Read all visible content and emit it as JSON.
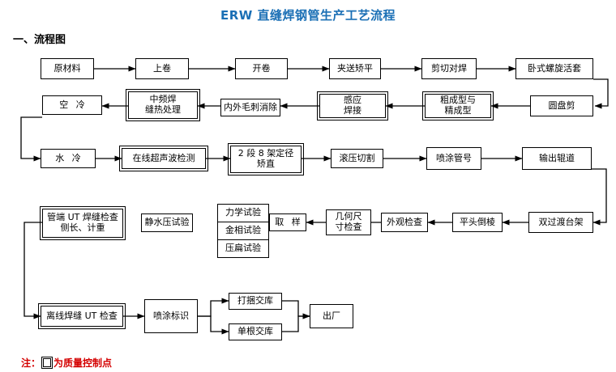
{
  "header": {
    "title": "ERW 直缝焊钢管生产工艺流程",
    "section_heading": "一、流程图"
  },
  "note": {
    "prefix": "注：",
    "suffix": "为质量控制点",
    "color": "#d40000",
    "symbol": "double-square"
  },
  "colors": {
    "title": "#1a6fb5",
    "note": "#d40000",
    "box_border": "#000000",
    "connector": "#000000",
    "background": "#ffffff"
  },
  "flow": {
    "rows": [
      {
        "name": "row-1",
        "direction": "left-to-right",
        "nodes": [
          {
            "id": "raw-material",
            "label": "原材料",
            "qc": false
          },
          {
            "id": "uncoiling-load",
            "label": "上卷",
            "qc": false
          },
          {
            "id": "uncoiling",
            "label": "开卷",
            "qc": false
          },
          {
            "id": "pinch-leveling",
            "label": "夹送矫平",
            "qc": false
          },
          {
            "id": "shear-butt-weld",
            "label": "剪切对焊",
            "qc": false
          },
          {
            "id": "horizontal-spiral-accumulator",
            "label": "卧式螺旋活套",
            "qc": false
          }
        ]
      },
      {
        "name": "row-2",
        "direction": "right-to-left",
        "nodes": [
          {
            "id": "disc-shear",
            "label": "圆盘剪",
            "qc": false
          },
          {
            "id": "rough-fine-forming",
            "label": "粗成型与\n精成型",
            "qc": true
          },
          {
            "id": "induction-welding",
            "label": "感应\n焊接",
            "qc": true
          },
          {
            "id": "burr-removal",
            "label": "内外毛刺消除",
            "qc": false
          },
          {
            "id": "weld-seam-heat-treatment",
            "label": "中频焊\n缝热处理",
            "qc": true
          },
          {
            "id": "air-cooling",
            "label": "空 冷",
            "qc": false
          }
        ]
      },
      {
        "name": "row-3",
        "direction": "left-to-right",
        "nodes": [
          {
            "id": "water-cooling",
            "label": "水 冷",
            "qc": false
          },
          {
            "id": "online-ultrasonic-testing",
            "label": "在线超声波检测",
            "qc": true
          },
          {
            "id": "sizing-straightening",
            "label": "2 段 8 架定径\n矫直",
            "qc": true
          },
          {
            "id": "roll-cutting",
            "label": "滚压切割",
            "qc": false
          },
          {
            "id": "pipe-number-spraying",
            "label": "喷涂管号",
            "qc": false
          },
          {
            "id": "output-roller-table",
            "label": "输出辊道",
            "qc": false
          }
        ]
      },
      {
        "name": "row-4",
        "direction": "right-to-left",
        "nodes": [
          {
            "id": "double-transition-rack",
            "label": "双过渡台架",
            "qc": false
          },
          {
            "id": "facing-beveling",
            "label": "平头倒棱",
            "qc": false
          },
          {
            "id": "visual-inspection",
            "label": "外观检查",
            "qc": false
          },
          {
            "id": "geometric-dimension-inspection",
            "label": "几何尺\n寸检查",
            "qc": false
          },
          {
            "id": "sampling",
            "label": "取 样",
            "qc": false
          },
          {
            "id": "mechanical-test",
            "label": "力学试验",
            "qc": false
          },
          {
            "id": "metallographic-test",
            "label": "金相试验",
            "qc": false
          },
          {
            "id": "flattening-test",
            "label": "压扁试验",
            "qc": false
          },
          {
            "id": "hydrostatic-test",
            "label": "静水压试验",
            "qc": false
          },
          {
            "id": "pipe-end-ut-weld-inspection",
            "label": "管端 UT 焊缝检查\n侧长、计重",
            "qc": true
          }
        ]
      },
      {
        "name": "row-5",
        "direction": "left-to-right",
        "nodes": [
          {
            "id": "offline-weld-ut-inspection",
            "label": "离线焊缝 UT 检查",
            "qc": true
          },
          {
            "id": "marking-spraying",
            "label": "喷涂标识",
            "qc": false
          },
          {
            "id": "bundled-delivery",
            "label": "打捆交库",
            "qc": false
          },
          {
            "id": "single-delivery",
            "label": "单根交库",
            "qc": false
          },
          {
            "id": "ex-works",
            "label": "出厂",
            "qc": false
          }
        ]
      }
    ]
  }
}
